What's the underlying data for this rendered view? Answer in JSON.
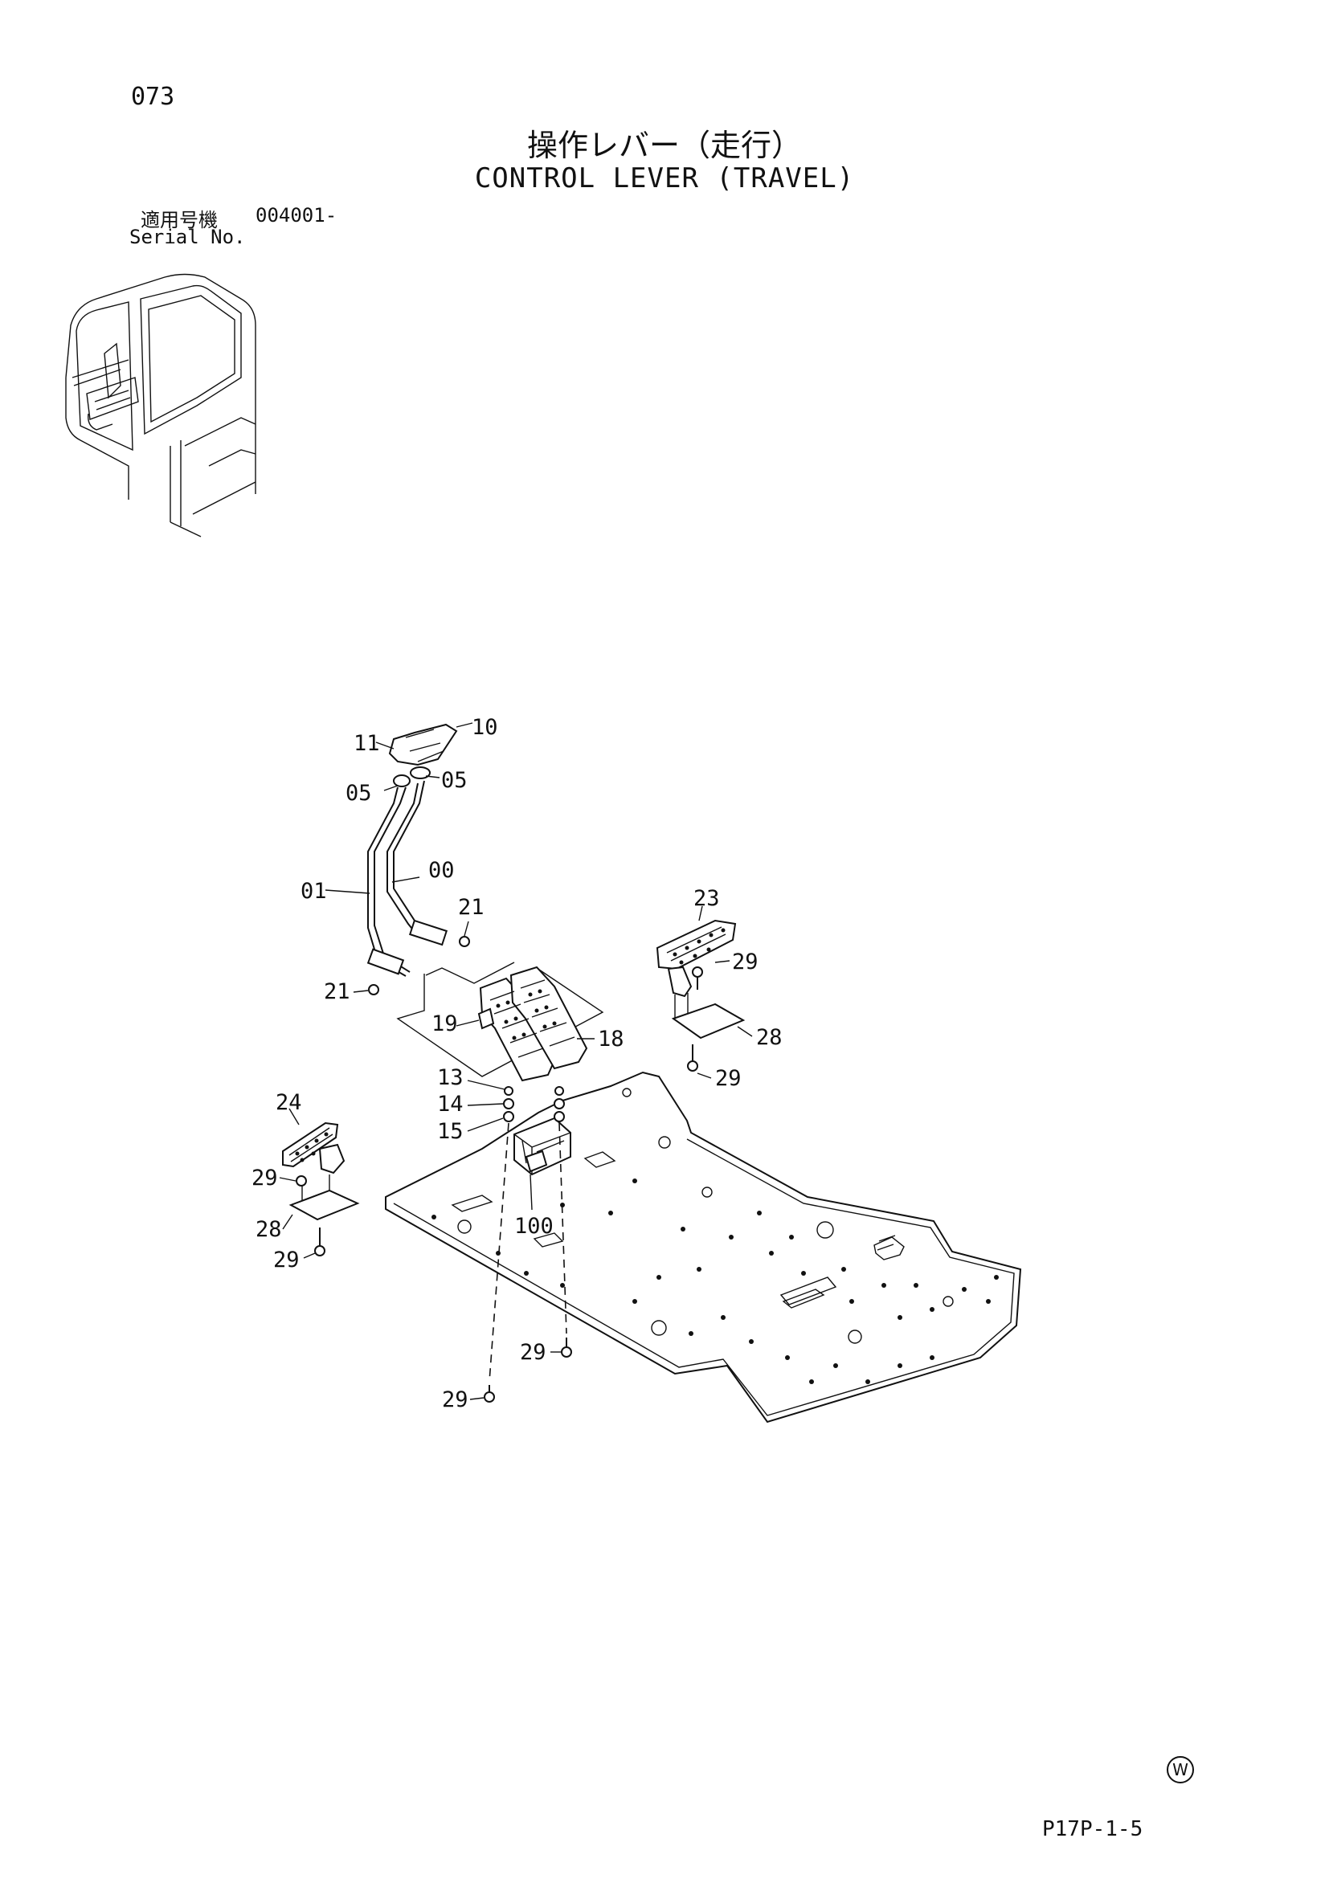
{
  "header": {
    "page_number": "073",
    "title_ja": "操作レバー（走行）",
    "title_en": "CONTROL LEVER (TRAVEL)",
    "serial_label_ja": "適用号機",
    "serial_value": "004001-",
    "serial_label_en": "Serial No."
  },
  "callouts": [
    {
      "id": "callout-11",
      "label": "11"
    },
    {
      "id": "callout-10",
      "label": "10"
    },
    {
      "id": "callout-05-left",
      "label": "05"
    },
    {
      "id": "callout-05-right",
      "label": "05"
    },
    {
      "id": "callout-01",
      "label": "01"
    },
    {
      "id": "callout-00",
      "label": "00"
    },
    {
      "id": "callout-21-upper",
      "label": "21"
    },
    {
      "id": "callout-21-lower",
      "label": "21"
    },
    {
      "id": "callout-19",
      "label": "19"
    },
    {
      "id": "callout-18",
      "label": "18"
    },
    {
      "id": "callout-23",
      "label": "23"
    },
    {
      "id": "callout-29-a",
      "label": "29"
    },
    {
      "id": "callout-28-right",
      "label": "28"
    },
    {
      "id": "callout-29-b",
      "label": "29"
    },
    {
      "id": "callout-13",
      "label": "13"
    },
    {
      "id": "callout-14",
      "label": "14"
    },
    {
      "id": "callout-15",
      "label": "15"
    },
    {
      "id": "callout-24",
      "label": "24"
    },
    {
      "id": "callout-29-c",
      "label": "29"
    },
    {
      "id": "callout-28-left",
      "label": "28"
    },
    {
      "id": "callout-29-d",
      "label": "29"
    },
    {
      "id": "callout-100",
      "label": "100"
    },
    {
      "id": "callout-29-e",
      "label": "29"
    },
    {
      "id": "callout-29-f",
      "label": "29"
    }
  ],
  "footer": {
    "watermark_symbol": "W",
    "figure_code": "P17P-1-5"
  }
}
